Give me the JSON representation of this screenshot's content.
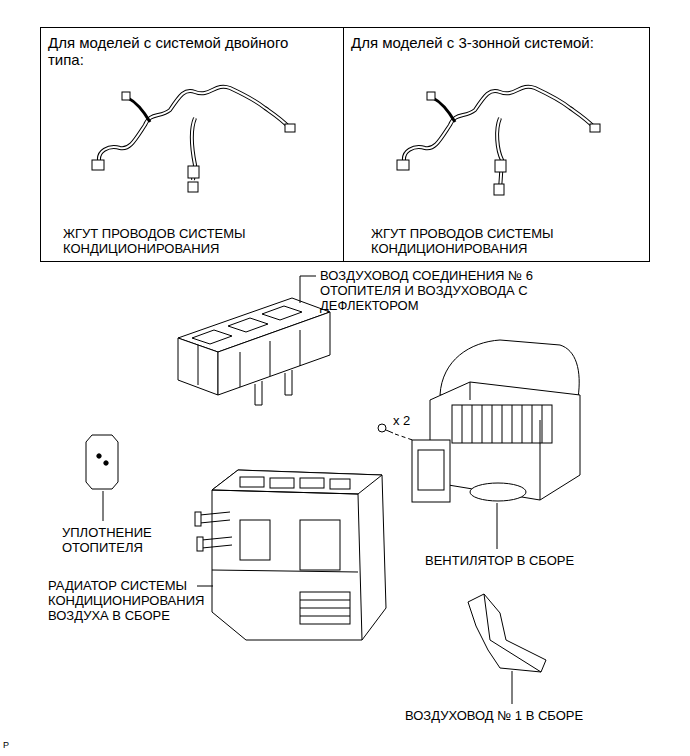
{
  "diagram": {
    "nodes": [
      {
        "text": [
          "Для моделей с системой двойного типа:",
          "ЖГУТ ПРОВОДОВ СИСТЕМЫ КОНДИЦИОНИРОВАНИЯ"
        ]
      },
      {
        "text": [
          "Для моделей с 3-зонной системой:",
          "ЖГУТ ПРОВОДОВ СИСТЕМЫ КОНДИЦИОНИРОВАНИЯ"
        ]
      }
    ],
    "labels": [
      "ВОЗДУХОВОД СОЕДИНЕНИЯ № 6 ОТОПИТЕЛЯ И ВОЗДУХОВОДА С ДЕФЛЕКТОРОМ",
      "x 2",
      "УПЛОТНЕНИЕ ОТОПИТЕЛЯ",
      "ВЕНТИЛЯТОР В СБОРЕ",
      "РАДИАТОР СИСТЕМЫ КОНДИЦИОНИРОВАНИЯ ВОЗДУХА В СБОРЕ",
      "ВОЗДУХОВОД № 1 В СБОРЕ",
      "P"
    ]
  }
}
